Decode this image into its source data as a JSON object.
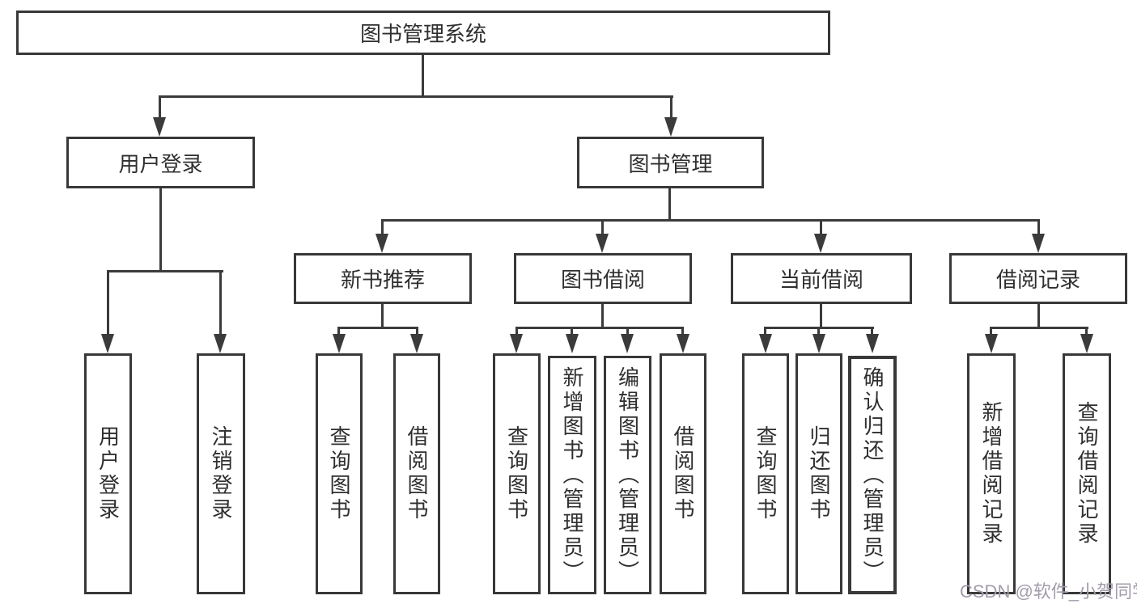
{
  "diagram": {
    "title_node": {
      "label": "图书管理系统"
    },
    "level2": [
      {
        "label": "用户登录"
      },
      {
        "label": "图书管理"
      }
    ],
    "level3": [
      {
        "label": "新书推荐"
      },
      {
        "label": "图书借阅"
      },
      {
        "label": "当前借阅"
      },
      {
        "label": "借阅记录"
      }
    ],
    "leaves": {
      "user_login": [
        "用户登录",
        "注销登录"
      ],
      "new_book": [
        "查询图书",
        "借阅图书"
      ],
      "book_borrow": [
        "查询图书",
        "新增图书（管理员）",
        "编辑图书（管理员）",
        "借阅图书"
      ],
      "current_borrow": [
        "查询图书",
        "归还图书",
        "确认归还（管理员）"
      ],
      "borrow_record": [
        "新增借阅记录",
        "查询借阅记录"
      ]
    },
    "colors": {
      "line": "#3b3b3b",
      "text": "#2f2f2f",
      "watermark": "#a49cab",
      "background": "#ffffff"
    }
  },
  "watermark": {
    "text": "CSDN @软件_小贺同学"
  }
}
